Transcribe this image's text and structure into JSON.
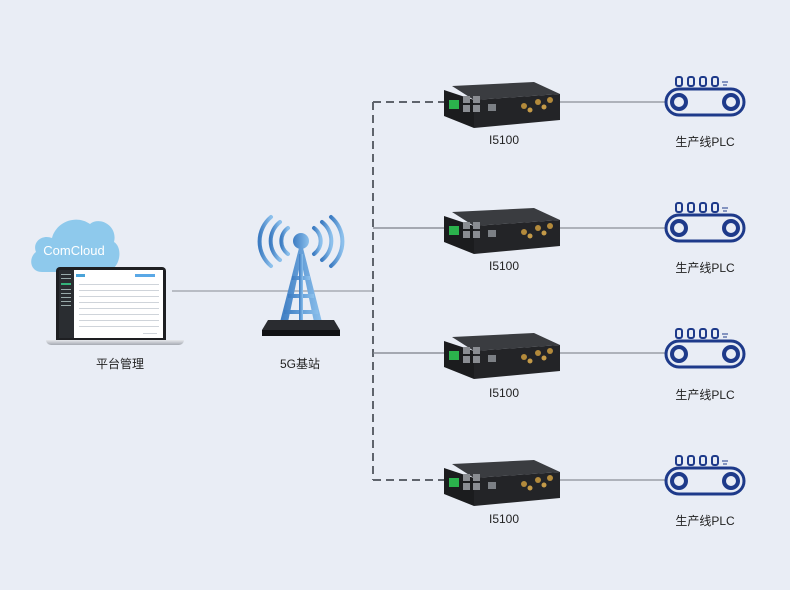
{
  "diagram": {
    "title": "5G industrial network topology",
    "platform": {
      "cloud_label": "ComCloud",
      "label": "平台管理"
    },
    "base_station": {
      "label": "5G基站"
    },
    "routers": [
      {
        "label": "I5100",
        "link": "dashed"
      },
      {
        "label": "I5100",
        "link": "solid"
      },
      {
        "label": "I5100",
        "link": "solid"
      },
      {
        "label": "I5100",
        "link": "dashed"
      }
    ],
    "plcs": [
      {
        "label": "生产线PLC"
      },
      {
        "label": "生产线PLC"
      },
      {
        "label": "生产线PLC"
      },
      {
        "label": "生产线PLC"
      }
    ],
    "colors": {
      "background": "#e9edf5",
      "cloud": "#8ec9ec",
      "tower": "#4f8fd0",
      "plc_stroke": "#1e3a8a",
      "line": "#8a8f98",
      "dashed_line": "#5f646c",
      "router_body": "#1b1c1e",
      "terminal_green": "#2bb24c"
    }
  }
}
